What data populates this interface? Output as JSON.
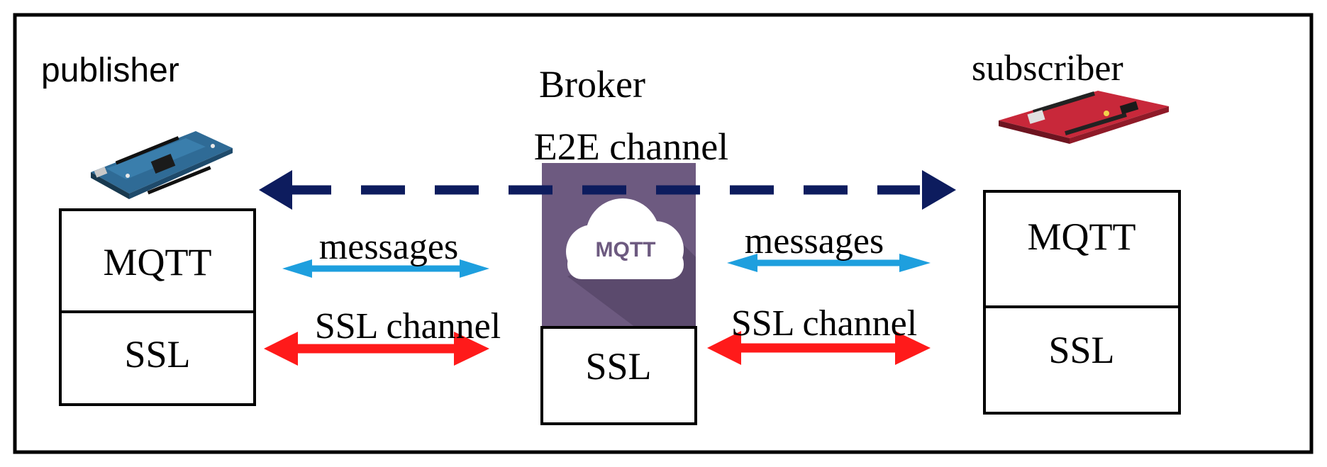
{
  "publisher": {
    "title": "publisher",
    "device_icon": "arduino-mega-board-icon",
    "stack": {
      "top_label": "MQTT",
      "bottom_label": "SSL"
    }
  },
  "broker": {
    "title": "Broker",
    "channel_label": "E2E channel",
    "logo_icon": "mqtt-cloud-icon",
    "logo_text": "MQTT",
    "ssl_label": "SSL"
  },
  "subscriber": {
    "title": "subscriber",
    "device_icon": "red-dev-board-icon",
    "stack": {
      "top_label": "MQTT",
      "bottom_label": "SSL"
    }
  },
  "links": {
    "left": {
      "messages_label": "messages",
      "ssl_label": "SSL channel"
    },
    "right": {
      "messages_label": "messages",
      "ssl_label": "SSL channel"
    }
  },
  "colors": {
    "e2e_arrow": "#0d1c5e",
    "messages_arrow": "#1e9fde",
    "ssl_arrow": "#ff1a1a",
    "broker_logo_bg": "#6d5a80",
    "broker_logo_shadow": "#5b4a6d",
    "publisher_board": "#2f6b96",
    "subscriber_board": "#c8283a"
  }
}
